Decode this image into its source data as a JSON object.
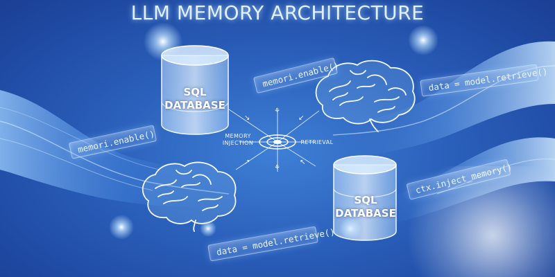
{
  "title": "LLM MEMORY ARCHITECTURE",
  "databases": [
    {
      "label": "SQL DATABASE"
    },
    {
      "label": "SQL DATABASE"
    }
  ],
  "hub": {
    "left_label": "MEMORY INJECTION",
    "right_label": "RETRIEVAL"
  },
  "code_panels": [
    {
      "text": "memori.enable()"
    },
    {
      "text": "data = model.retrieve()"
    },
    {
      "text": "memori.enable()"
    },
    {
      "text": "ctx.inject_memory()"
    },
    {
      "text": "data = model.retrieve()"
    }
  ],
  "colors": {
    "background": "#2a5fba",
    "glow": "#bfe3ff",
    "line": "#e6f4ff"
  },
  "icons": [
    "brain-icon",
    "database-icon",
    "arrow-icon",
    "network-node-icon"
  ]
}
